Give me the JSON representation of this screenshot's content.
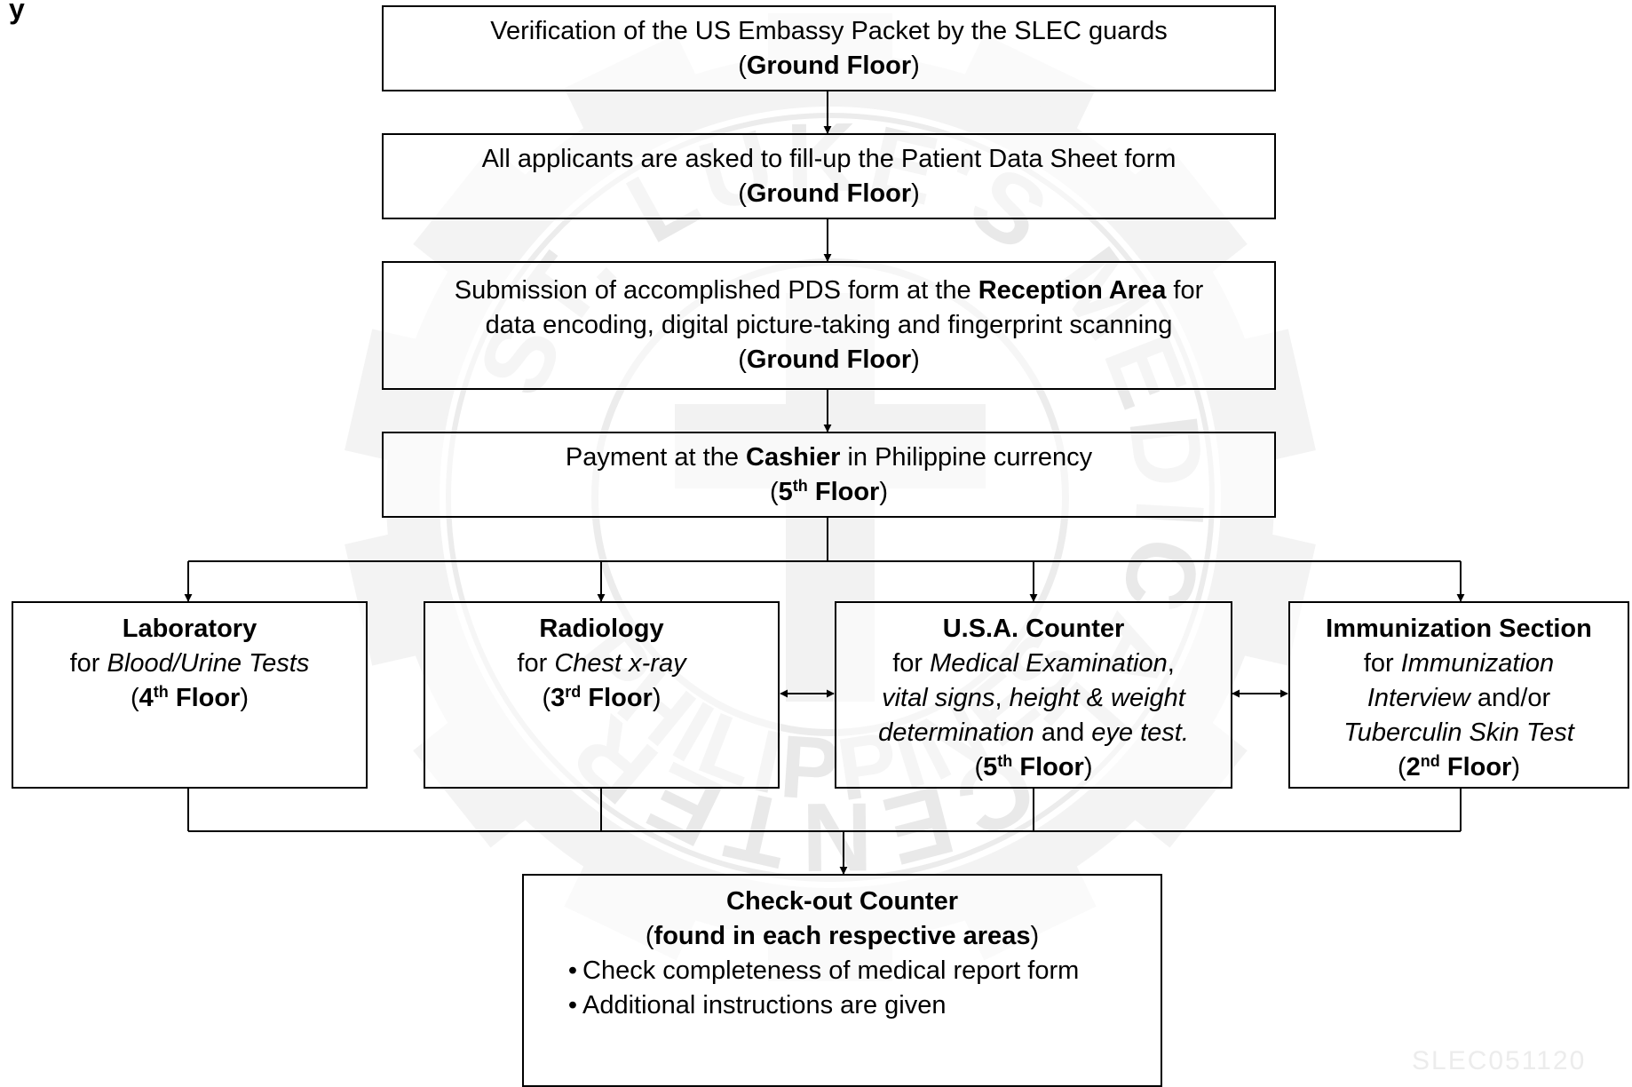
{
  "heading_fragment": "y",
  "flow": [
    {
      "parts": [
        {
          "t": "Verification of the US Embassy Packet by the SLEC guards"
        },
        {
          "br": true
        },
        {
          "t": "("
        },
        {
          "t": "Ground Floor",
          "b": true
        },
        {
          "t": ")"
        }
      ]
    },
    {
      "parts": [
        {
          "t": "All applicants are asked to fill-up the Patient Data Sheet form"
        },
        {
          "br": true
        },
        {
          "t": "("
        },
        {
          "t": "Ground Floor",
          "b": true
        },
        {
          "t": ")"
        }
      ]
    },
    {
      "parts": [
        {
          "t": "Submission of accomplished PDS form at the "
        },
        {
          "t": "Reception Area",
          "b": true
        },
        {
          "t": " for"
        },
        {
          "br": true
        },
        {
          "t": "data encoding, digital picture-taking and fingerprint scanning"
        },
        {
          "br": true
        },
        {
          "t": "("
        },
        {
          "t": "Ground Floor",
          "b": true
        },
        {
          "t": ")"
        }
      ]
    },
    {
      "parts": [
        {
          "t": "Payment at the "
        },
        {
          "t": "Cashier",
          "b": true
        },
        {
          "t": " in Philippine currency"
        },
        {
          "br": true
        },
        {
          "t": "("
        },
        {
          "t": "5",
          "b": true
        },
        {
          "t": "th",
          "b": true,
          "sup": true
        },
        {
          "t": " Floor",
          "b": true
        },
        {
          "t": ")"
        }
      ]
    }
  ],
  "departments": [
    {
      "title": "Laboratory",
      "parts": [
        {
          "t": "for "
        },
        {
          "t": "Blood/Urine Tests",
          "i": true
        },
        {
          "br": true
        },
        {
          "t": "("
        },
        {
          "t": "4",
          "b": true
        },
        {
          "t": "th",
          "b": true,
          "sup": true
        },
        {
          "t": " Floor",
          "b": true
        },
        {
          "t": ")"
        }
      ]
    },
    {
      "title": "Radiology",
      "parts": [
        {
          "t": "for "
        },
        {
          "t": "Chest x-ray",
          "i": true
        },
        {
          "br": true
        },
        {
          "t": "("
        },
        {
          "t": "3",
          "b": true
        },
        {
          "t": "rd",
          "b": true,
          "sup": true
        },
        {
          "t": " Floor",
          "b": true
        },
        {
          "t": ")"
        }
      ]
    },
    {
      "title": "U.S.A. Counter",
      "parts": [
        {
          "t": "for "
        },
        {
          "t": "Medical Examination",
          "i": true
        },
        {
          "t": ","
        },
        {
          "br": true
        },
        {
          "t": "vital signs",
          "i": true
        },
        {
          "t": ", "
        },
        {
          "t": "height & weight",
          "i": true
        },
        {
          "br": true
        },
        {
          "t": "determination",
          "i": true
        },
        {
          "t": " and "
        },
        {
          "t": "eye test.",
          "i": true
        },
        {
          "br": true
        },
        {
          "t": "("
        },
        {
          "t": "5",
          "b": true
        },
        {
          "t": "th",
          "b": true,
          "sup": true
        },
        {
          "t": " Floor",
          "b": true
        },
        {
          "t": ")"
        }
      ]
    },
    {
      "title": "Immunization Section",
      "parts": [
        {
          "t": "for "
        },
        {
          "t": "Immunization",
          "i": true
        },
        {
          "br": true
        },
        {
          "t": "Interview",
          "i": true
        },
        {
          "t": " and/or"
        },
        {
          "br": true
        },
        {
          "t": "Tuberculin Skin Test",
          "i": true
        },
        {
          "br": true
        },
        {
          "t": "("
        },
        {
          "t": "2",
          "b": true
        },
        {
          "t": "nd",
          "b": true,
          "sup": true
        },
        {
          "t": " Floor",
          "b": true
        },
        {
          "t": ")"
        }
      ]
    }
  ],
  "checkout": {
    "title": "Check-out Counter",
    "subtitle_parts": [
      {
        "t": "("
      },
      {
        "t": "found in each respective areas",
        "b": true
      },
      {
        "t": ")"
      }
    ],
    "bullets": [
      "Check completeness of medical report form",
      "Additional instructions are given"
    ]
  },
  "watermark": {
    "ring_top": "LUKE'S MEDICAL",
    "ring_right": "CENTER",
    "ring_bottom": "PHILIPPINES",
    "ring_left": "ST.",
    "color": "#e5e5e5"
  },
  "corner_code": "SLEC051120",
  "colors": {
    "line": "#000000",
    "watermark": "#e5e5e5"
  }
}
